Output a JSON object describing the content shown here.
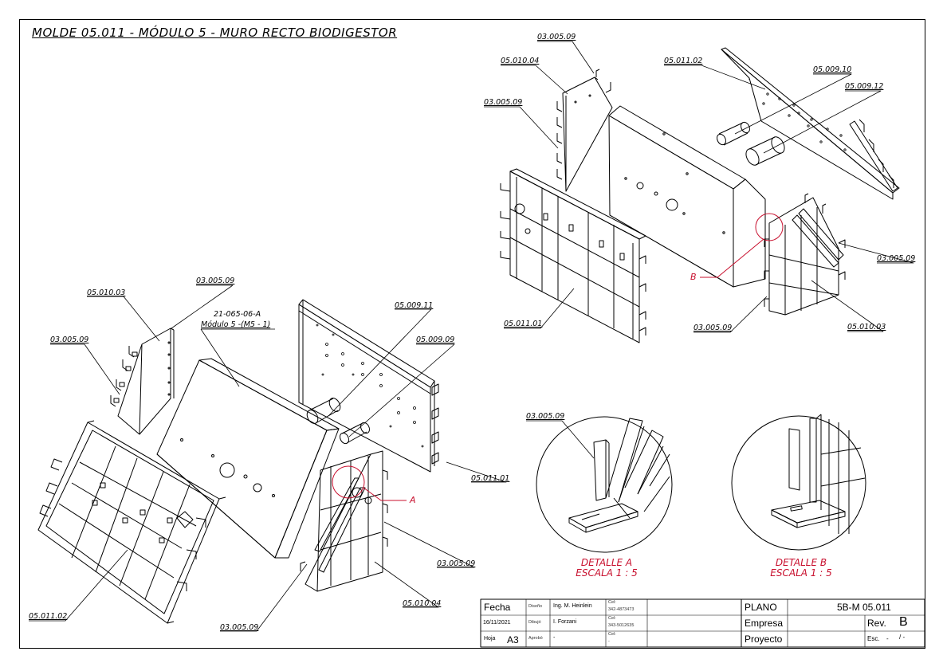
{
  "title": "MOLDE 05.011 - MÓDULO 5 - MURO RECTO BIODIGESTOR",
  "callouts_left": {
    "c_05_010_03": "05.010.03",
    "c_03_005_09_top": "03.005.09",
    "c_03_005_09_left": "03.005.09",
    "c_21_065": "21-065-06-A",
    "c_modulo": "Módulo 5 -(M5 - 1)",
    "c_05_009_11": "05.009.11",
    "c_05_009_09": "05.009.09",
    "c_05_011_01": "05.011.01",
    "c_03_005_09_right": "03.005.09",
    "c_05_010_04": "05.010.04",
    "c_03_005_09_bottom": "03.005.09",
    "c_05_011_02": "05.011.02",
    "c_A": "A"
  },
  "callouts_right": {
    "c_03_005_09_top": "03.005.09",
    "c_05_010_04": "05.010.04",
    "c_03_005_09_left": "03.005.09",
    "c_05_011_02": "05.011.02",
    "c_05_009_10": "05.009.10",
    "c_05_009_12": "05.009.12",
    "c_03_005_09_right": "03.005.09",
    "c_B": "B",
    "c_03_005_09_bottom": "03.005.09",
    "c_05_010_03": "05.010.03",
    "c_05_011_01": "05.011.01"
  },
  "details": {
    "a_part": "03.005.09",
    "a_caption_1": "DETALLE A",
    "a_caption_2": "ESCALA 1 : 5",
    "b_caption_1": "DETALLE B",
    "b_caption_2": "ESCALA 1 : 5"
  },
  "title_block": {
    "fecha_label": "Fecha",
    "fecha_value": "16/11/2021",
    "hoja_label": "Hoja",
    "hoja_value": "A3",
    "diseno_label": "Diseño",
    "diseno_value": "Ing. M. Heinlein",
    "dibujo_label": "Dibujó",
    "dibujo_value": "I. Forzani",
    "aprobo_label": "Aprobó",
    "aprobo_value": "-",
    "cel_label_1": "Cel:",
    "cel_value_1": "342-4873473",
    "cel_label_2": "Cel:",
    "cel_value_2": "343-5012635",
    "cel_label_3": "Cel:",
    "cel_value_3": "-",
    "plano_label": "PLANO",
    "plano_value": "5B-M 05.011",
    "empresa_label": "Empresa",
    "proyecto_label": "Proyecto",
    "rev_label": "Rev.",
    "rev_value": "B",
    "esc_label": "Esc.",
    "esc_value": "-",
    "esc_value_2": "/ -"
  },
  "colors": {
    "line": "#000000",
    "detail": "#c8102e",
    "background": "#ffffff"
  }
}
